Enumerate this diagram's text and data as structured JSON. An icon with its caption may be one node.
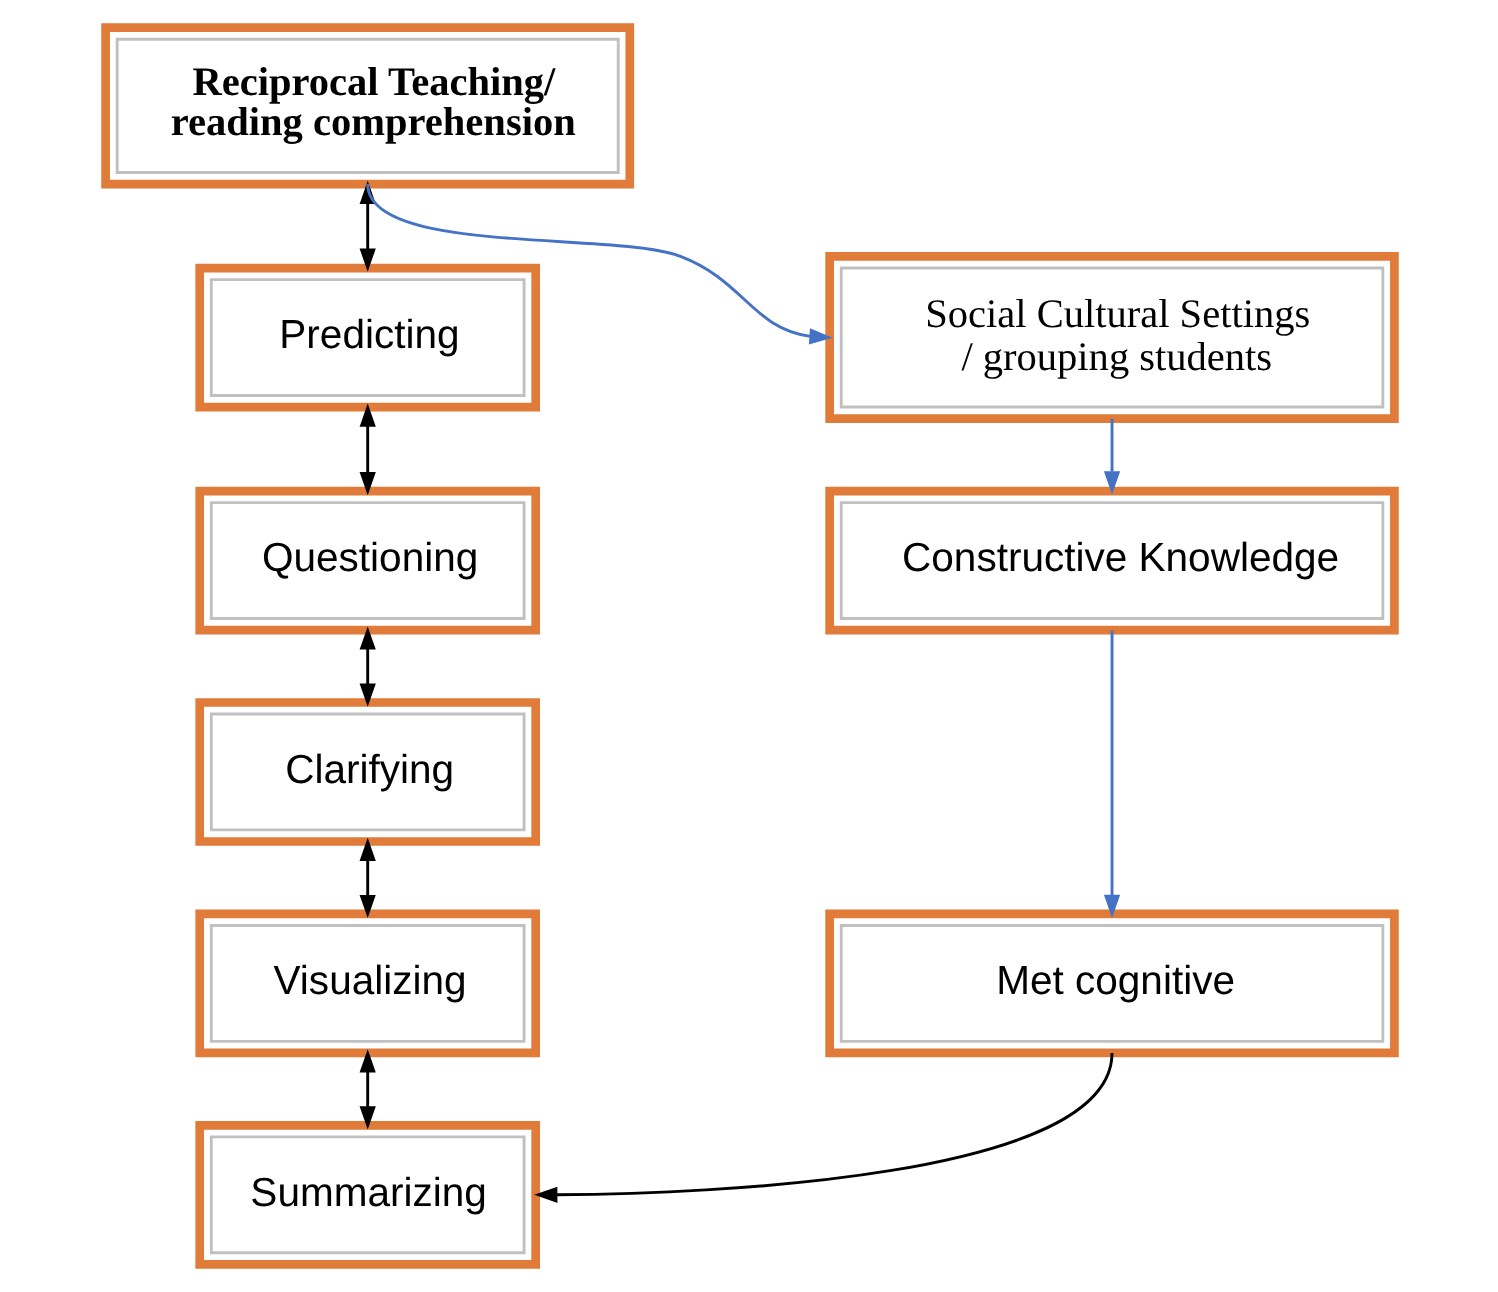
{
  "diagram": {
    "nodes": [
      {
        "text": [
          "Reciprocal Teaching/ reading comprehension"
        ]
      },
      {
        "text": [
          "Predicting"
        ]
      },
      {
        "text": [
          "Questioning"
        ]
      },
      {
        "text": [
          "Clarifying"
        ]
      },
      {
        "text": [
          "Visualizing"
        ]
      },
      {
        "text": [
          "Summarizing"
        ]
      },
      {
        "text": [
          "Social Cultural Settings / grouping students"
        ]
      },
      {
        "text": [
          "Constructive Knowledge"
        ]
      },
      {
        "text": [
          "Met cognitive"
        ]
      }
    ],
    "edges": [
      {
        "from": 0,
        "to": 1,
        "arrow": "both"
      },
      {
        "from": 1,
        "to": 2,
        "arrow": "both"
      },
      {
        "from": 2,
        "to": 3,
        "arrow": "both"
      },
      {
        "from": 3,
        "to": 4,
        "arrow": "both"
      },
      {
        "from": 4,
        "to": 5,
        "arrow": "both"
      },
      {
        "from": 0,
        "to": 6,
        "arrow": "to",
        "color": "#4472c4"
      },
      {
        "from": 6,
        "to": 7,
        "arrow": "to",
        "color": "#4472c4"
      },
      {
        "from": 7,
        "to": 8,
        "arrow": "to",
        "color": "#4472c4"
      },
      {
        "from": 8,
        "to": 5,
        "arrow": "to"
      }
    ]
  }
}
